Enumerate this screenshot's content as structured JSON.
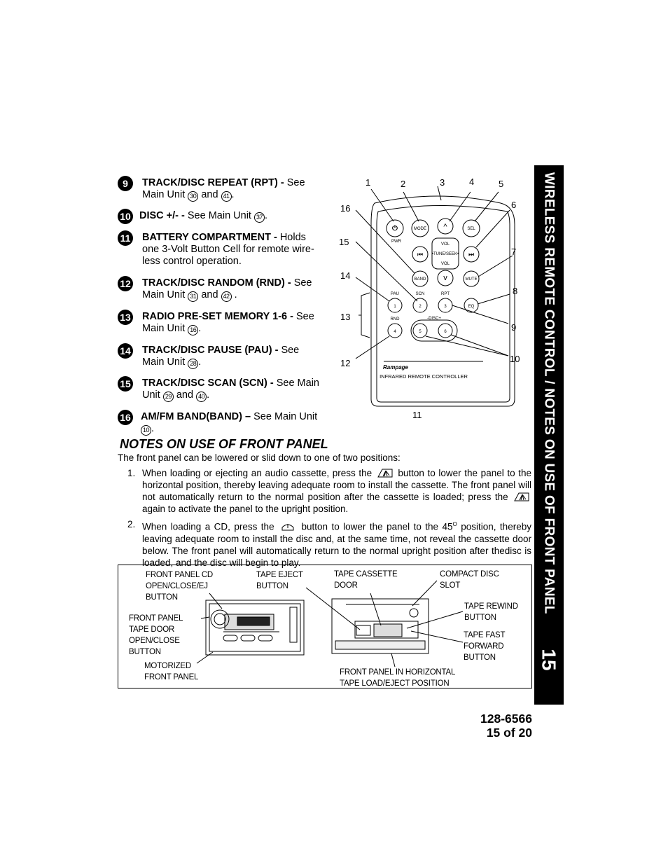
{
  "side_tab": {
    "title": "Wireless Remote Control / Notes on Use of Front Panel",
    "page": "15"
  },
  "items": [
    {
      "num": "9",
      "label": "TRACK/DISC REPEAT (RPT) -",
      "text": "See Main Unit",
      "refs": [
        "30",
        "41"
      ]
    },
    {
      "num": "10",
      "label": "DISC +/- -",
      "text": "See Main Unit",
      "refs": [
        "37"
      ]
    },
    {
      "num": "11",
      "label": "BATTERY COMPARTMENT -",
      "text": "Holds one 3-Volt Button Cell for remote wire-less control operation."
    },
    {
      "num": "12",
      "label": "TRACK/DISC RANDOM (RND) -",
      "text": "See Main Unit",
      "refs": [
        "31",
        "42"
      ]
    },
    {
      "num": "13",
      "label": "RADIO PRE-SET MEMORY 1-6 -",
      "text": "See Main Unit",
      "refs": [
        "16"
      ]
    },
    {
      "num": "14",
      "label": "TRACK/DISC PAUSE (PAU) -",
      "text": "See Main Unit",
      "refs": [
        "28"
      ]
    },
    {
      "num": "15",
      "label": "TRACK/DISC SCAN (SCN) -",
      "text": "See Main Unit",
      "refs": [
        "29",
        "40"
      ]
    },
    {
      "num": "16",
      "label": "AM/FM BAND(BAND) –",
      "text": "See Main Unit",
      "refs": [
        "10"
      ]
    }
  ],
  "and_word": "and",
  "remote": {
    "callouts": [
      "1",
      "2",
      "3",
      "4",
      "5",
      "6",
      "7",
      "8",
      "9",
      "10",
      "11",
      "12",
      "13",
      "14",
      "15",
      "16"
    ],
    "buttons": {
      "pwr": "PWR",
      "mode": "MODE",
      "sel": "SEL",
      "vol_up": "VOL",
      "tune": "•TUNE/SEEK•",
      "vol_down": "VOL",
      "band": "BAND",
      "mute": "MUTE",
      "pau": "PAU",
      "scn": "SCN",
      "rpt": "RPT",
      "eq": "EQ",
      "rnd": "RND",
      "disc": "-DISC+",
      "p1": "1",
      "p2": "2",
      "p3": "3",
      "p4": "4",
      "p5": "5",
      "p6": "6"
    },
    "brand": "Rampage",
    "caption": "INFRARED REMOTE CONTROLLER"
  },
  "notes": {
    "heading": "NOTES ON USE OF FRONT PANEL",
    "intro": "The front panel can be lowered or slid down to one of two positions:",
    "item1_num": "1.",
    "item1_a": "When loading or ejecting an audio cassette, press the",
    "item1_b": "button to lower the panel to the horizontal position, thereby leaving adequate room to install the cassette. The front panel will not automatically return to the normal position after the cassette is loaded; press the",
    "item1_c": "again to activate the panel to the upright position.",
    "item2_num": "2.",
    "item2_a": "When loading a CD, press the",
    "item2_b": "button to lower the panel to the 45",
    "item2_deg": "O",
    "item2_c": "position, thereby leaving adequate room to install the disc and, at the same time, not reveal the cassette door below. The front panel will automatically return to the normal upright position after thedisc is loaded, and the disc will begin to play."
  },
  "figure": {
    "l1": "FRONT PANEL CD\nOPEN/CLOSE/EJ\nBUTTON",
    "l2": "FRONT PANEL\nTAPE DOOR\nOPEN/CLOSE\nBUTTON",
    "l3": "MOTORIZED\nFRONT PANEL",
    "l4": "TAPE EJECT\nBUTTON",
    "l5": "TAPE CASSETTE\nDOOR",
    "l6": "COMPACT DISC\nSLOT",
    "l7": "TAPE REWIND\nBUTTON",
    "l8": "TAPE FAST\nFORWARD\nBUTTON",
    "l9": "FRONT PANEL IN HORIZONTAL\nTAPE LOAD/EJECT POSITION"
  },
  "footer": {
    "doc_number": "128-6566",
    "page_of": "15 of 20"
  }
}
